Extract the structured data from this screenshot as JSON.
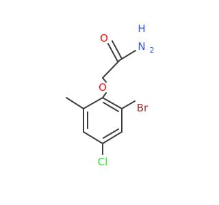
{
  "molecule": {
    "atoms": {
      "oxygen_carbonyl": {
        "label": "O",
        "color": "#ff0d0d"
      },
      "amide_n": {
        "label": "N",
        "sub_label": "H",
        "subscript": "2",
        "color": "#3050f8"
      },
      "oxygen_ether": {
        "label": "O",
        "color": "#ff0d0d"
      },
      "bromine": {
        "label": "Br",
        "color": "#a62929"
      },
      "chlorine": {
        "label": "Cl",
        "color": "#1ff01f"
      }
    },
    "bond_color": "#3c3c3c"
  }
}
